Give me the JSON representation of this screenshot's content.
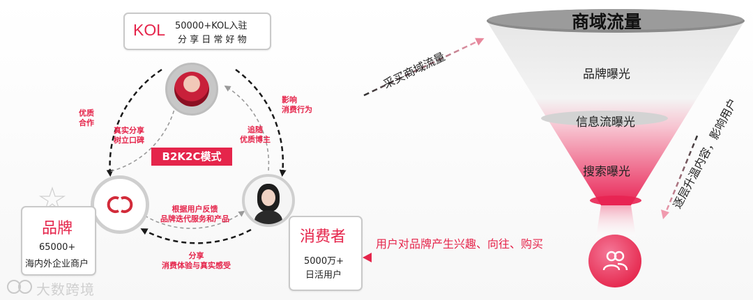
{
  "kol": {
    "title": "KOL",
    "line1": "50000+KOL入驻",
    "line2": "分 享 日 常 好 物"
  },
  "brand": {
    "title": "品牌",
    "line1": "65000+",
    "line2": "海内外企业商户"
  },
  "consumer": {
    "title": "消费者",
    "line1": "5000万+",
    "line2": "日活用户"
  },
  "model_badge": "B2K2C模式",
  "labels": {
    "quality_coop": [
      "优质",
      "合作"
    ],
    "real_share": [
      "真实分享",
      "树立口碑"
    ],
    "influence": [
      "影响",
      "消费行为"
    ],
    "follow": [
      "追随",
      "优质博主"
    ],
    "feedback": [
      "根据用户反馈",
      "品牌迭代服务和产品"
    ],
    "share": [
      "分享",
      "消费体验与真实感受"
    ]
  },
  "traffic_arrow_text": "采买商域流量",
  "funnel": {
    "top": "商域流量",
    "level1": "品牌曝光",
    "level2": "信息流曝光",
    "level3": "搜索曝光"
  },
  "side_text": "逐层升温内容，影响用户",
  "interest_text": "用户对品牌产生兴趣、向往、购买",
  "watermark": "大数跨境",
  "colors": {
    "accent": "#e5254b",
    "border": "#c9c9c9",
    "dark": "#222222"
  },
  "icons": [
    "kol-avatar-icon",
    "chanel-logo-icon",
    "consumer-avatar-icon",
    "users-icon",
    "watermark-logo-icon"
  ]
}
